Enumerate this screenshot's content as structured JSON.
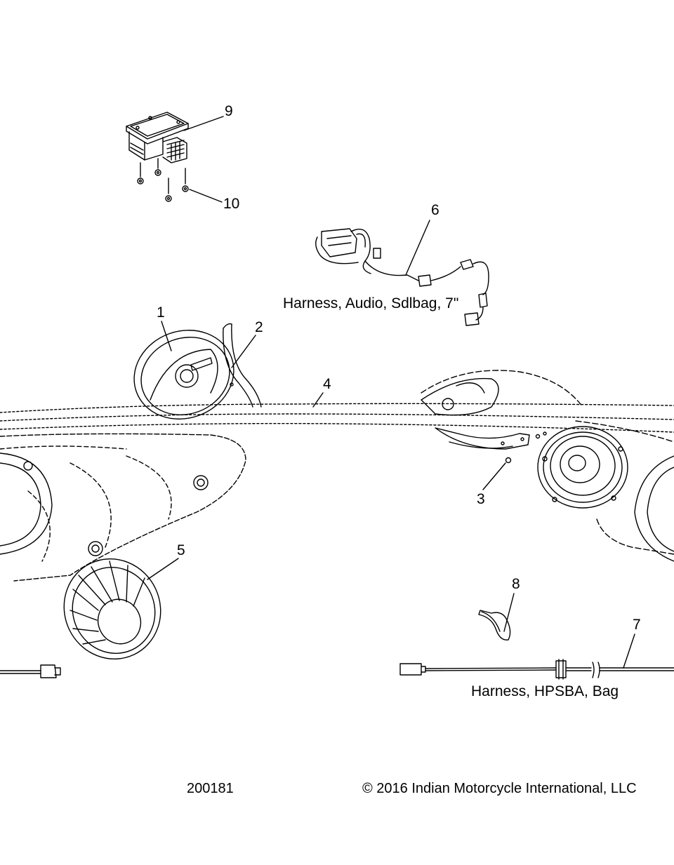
{
  "callouts": {
    "c1": "1",
    "c2": "2",
    "c3": "3",
    "c4": "4",
    "c5": "5",
    "c6": "6",
    "c7": "7",
    "c8": "8",
    "c9": "9",
    "c10": "10"
  },
  "captions": {
    "audio_harness": "Harness, Audio, Sdlbag, 7\"",
    "hpsba_harness": "Harness, HPSBA, Bag"
  },
  "footer": {
    "figure_number": "200181",
    "copyright": "© 2016 Indian Motorcycle International, LLC"
  }
}
